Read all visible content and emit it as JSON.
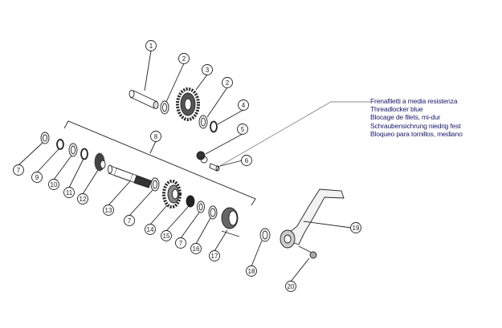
{
  "threadlocker_note": {
    "lines": [
      "Frenafiletti a media resistenza",
      "Threadlocker blue",
      "Blocage de filets, mi-dur",
      "Schraubensichrung niedrig fest",
      "Bloqueo para tornillos, mediano"
    ]
  },
  "callouts": [
    "1",
    "2",
    "3",
    "2",
    "4",
    "5",
    "6",
    "8",
    "7",
    "9",
    "10",
    "11",
    "12",
    "13",
    "7",
    "14",
    "15",
    "7",
    "16",
    "17",
    "18",
    "19",
    "20"
  ]
}
